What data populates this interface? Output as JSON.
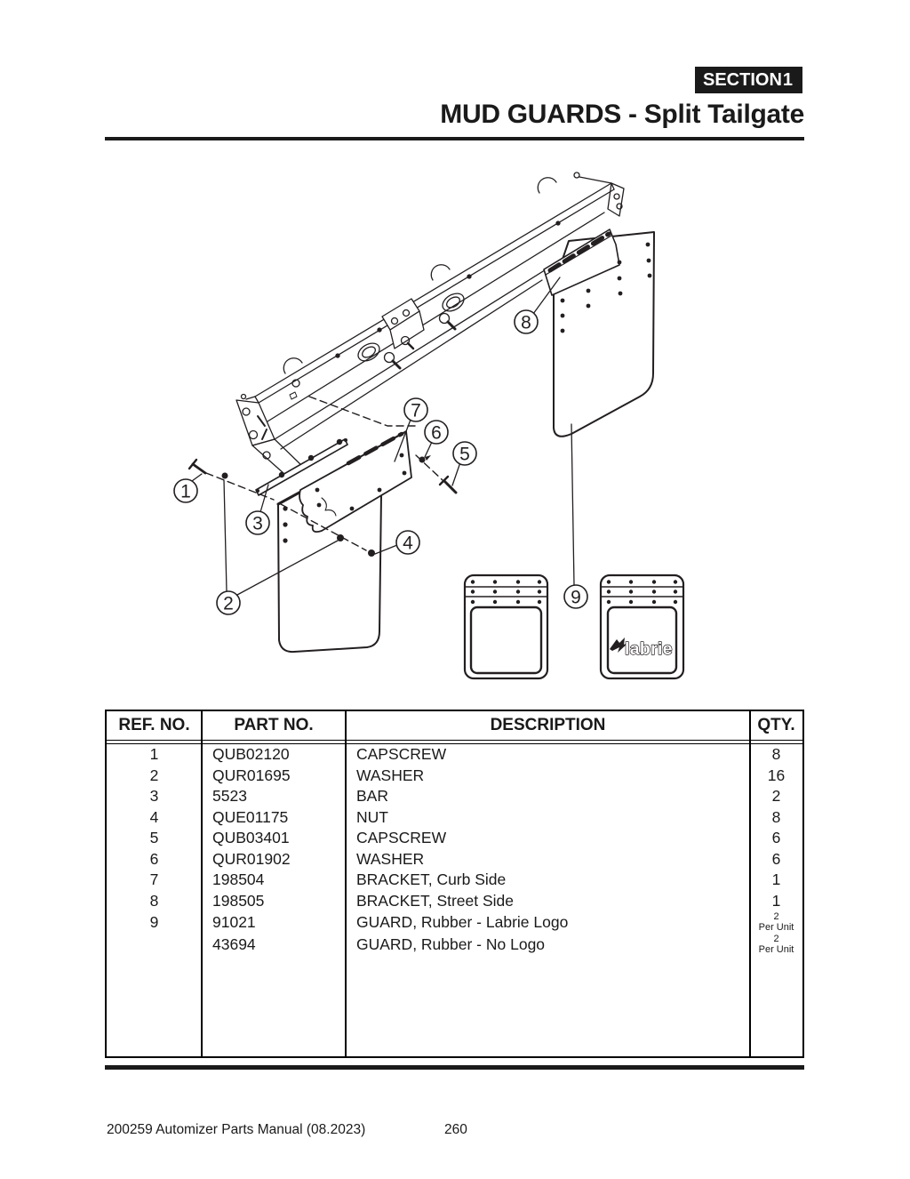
{
  "page": {
    "section_label": "SECTION",
    "section_number": "1",
    "title": "MUD GUARDS - Split Tailgate",
    "footer_left": "200259 Automizer Parts Manual (08.2023)",
    "footer_page": "260"
  },
  "diagram": {
    "callouts": [
      "1",
      "2",
      "3",
      "4",
      "5",
      "6",
      "7",
      "8",
      "9"
    ],
    "logo_text": "labrie"
  },
  "table": {
    "headers": [
      "REF. NO.",
      "PART NO.",
      "DESCRIPTION",
      "QTY."
    ],
    "rows": [
      {
        "ref": "1",
        "part": "QUB02120",
        "desc": "CAPSCREW",
        "qty": "8"
      },
      {
        "ref": "2",
        "part": "QUR01695",
        "desc": "WASHER",
        "qty": "16"
      },
      {
        "ref": "3",
        "part": "5523",
        "desc": "BAR",
        "qty": "2"
      },
      {
        "ref": "4",
        "part": "QUE01175",
        "desc": "NUT",
        "qty": "8"
      },
      {
        "ref": "5",
        "part": "QUB03401",
        "desc": "CAPSCREW",
        "qty": "6"
      },
      {
        "ref": "6",
        "part": "QUR01902",
        "desc": "WASHER",
        "qty": "6"
      },
      {
        "ref": "7",
        "part": "198504",
        "desc": "BRACKET, Curb Side",
        "qty": "1"
      },
      {
        "ref": "8",
        "part": "198505",
        "desc": "BRACKET, Street Side",
        "qty": "1"
      },
      {
        "ref": "9",
        "part": "91021",
        "desc": "GUARD, Rubber - Labrie Logo",
        "qty_lines": [
          "2",
          "Per Unit"
        ]
      },
      {
        "ref": "",
        "part": "43694",
        "desc": "GUARD, Rubber - No Logo",
        "qty_lines": [
          "2",
          "Per Unit"
        ]
      }
    ]
  }
}
